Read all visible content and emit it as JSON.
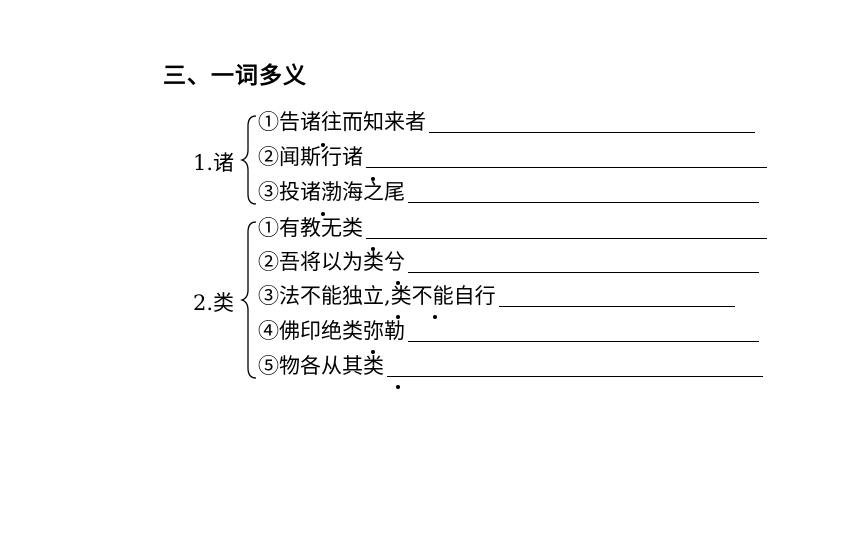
{
  "section_title": "三、一词多义",
  "groups": [
    {
      "word": "1.诸",
      "sentences": [
        "①告诸往而知来者",
        "②闻斯行诸",
        "③投诸渤海之尾"
      ]
    },
    {
      "word": "2.类",
      "sentences": [
        "①有教无类",
        "②吾将以为类兮",
        "③法不能独立,类不能自行",
        "④佛印绝类弥勒",
        "⑤物各从其类"
      ]
    }
  ]
}
